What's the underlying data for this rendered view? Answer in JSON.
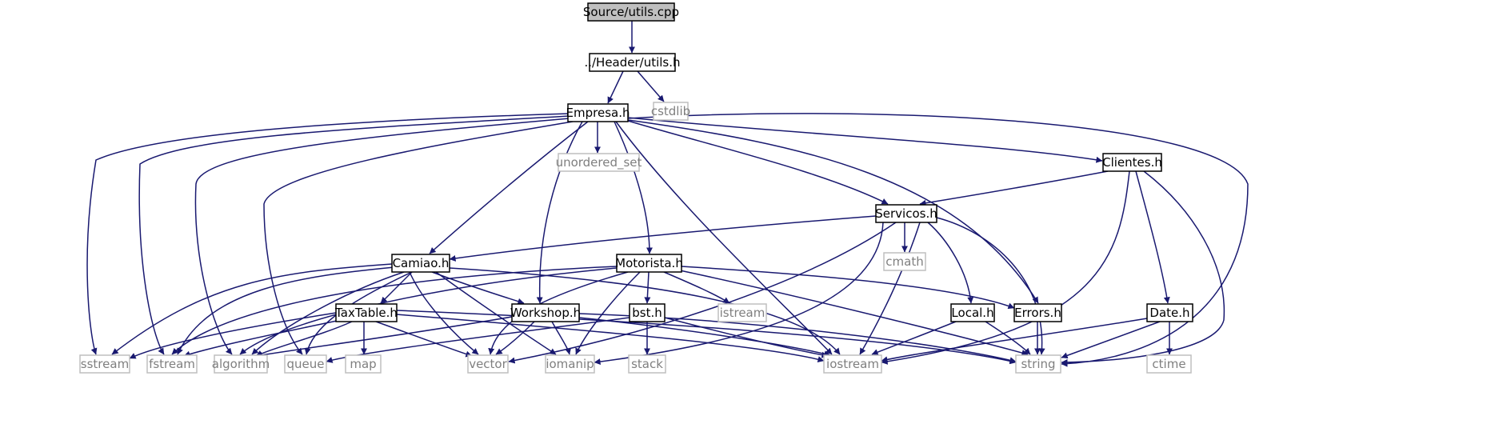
{
  "graph": {
    "colors": {
      "edge": "#191970",
      "node_border": "#000000",
      "system_border": "#bfbfbf",
      "root_fill": "#bfbfbf",
      "node_text": "#000000",
      "system_text": "#7f7f7f"
    },
    "nodes": [
      {
        "id": "utils_cpp",
        "label": "Source/utils.cpp",
        "kind": "root"
      },
      {
        "id": "utils_h",
        "label": "../Header/utils.h",
        "kind": "file"
      },
      {
        "id": "cstdlib",
        "label": "cstdlib",
        "kind": "system"
      },
      {
        "id": "empresa",
        "label": "Empresa.h",
        "kind": "file"
      },
      {
        "id": "unordered_set",
        "label": "unordered_set",
        "kind": "system"
      },
      {
        "id": "clientes",
        "label": "Clientes.h",
        "kind": "file"
      },
      {
        "id": "servicos",
        "label": "Servicos.h",
        "kind": "file"
      },
      {
        "id": "cmath",
        "label": "cmath",
        "kind": "system"
      },
      {
        "id": "camiao",
        "label": "Camiao.h",
        "kind": "file"
      },
      {
        "id": "motorista",
        "label": "Motorista.h",
        "kind": "file"
      },
      {
        "id": "taxtable",
        "label": "TaxTable.h",
        "kind": "file"
      },
      {
        "id": "workshop",
        "label": "Workshop.h",
        "kind": "file"
      },
      {
        "id": "bst",
        "label": "bst.h",
        "kind": "file"
      },
      {
        "id": "istream",
        "label": "istream",
        "kind": "system"
      },
      {
        "id": "local",
        "label": "Local.h",
        "kind": "file"
      },
      {
        "id": "errors",
        "label": "Errors.h",
        "kind": "file"
      },
      {
        "id": "date",
        "label": "Date.h",
        "kind": "file"
      },
      {
        "id": "sstream",
        "label": "sstream",
        "kind": "system"
      },
      {
        "id": "fstream",
        "label": "fstream",
        "kind": "system"
      },
      {
        "id": "algorithm",
        "label": "algorithm",
        "kind": "system"
      },
      {
        "id": "queue",
        "label": "queue",
        "kind": "system"
      },
      {
        "id": "map",
        "label": "map",
        "kind": "system"
      },
      {
        "id": "vector",
        "label": "vector",
        "kind": "system"
      },
      {
        "id": "iomanip",
        "label": "iomanip",
        "kind": "system"
      },
      {
        "id": "stack",
        "label": "stack",
        "kind": "system"
      },
      {
        "id": "iostream",
        "label": "iostream",
        "kind": "system"
      },
      {
        "id": "string",
        "label": "string",
        "kind": "system"
      },
      {
        "id": "ctime",
        "label": "ctime",
        "kind": "system"
      }
    ],
    "edges": [
      {
        "from": "utils_cpp",
        "to": "utils_h"
      },
      {
        "from": "utils_h",
        "to": "empresa"
      },
      {
        "from": "utils_h",
        "to": "cstdlib"
      },
      {
        "from": "empresa",
        "to": "unordered_set"
      },
      {
        "from": "empresa",
        "to": "clientes"
      },
      {
        "from": "empresa",
        "to": "servicos"
      },
      {
        "from": "empresa",
        "to": "camiao"
      },
      {
        "from": "empresa",
        "to": "motorista"
      },
      {
        "from": "empresa",
        "to": "workshop"
      },
      {
        "from": "empresa",
        "to": "errors"
      },
      {
        "from": "empresa",
        "to": "string"
      },
      {
        "from": "empresa",
        "to": "iostream"
      },
      {
        "from": "empresa",
        "to": "sstream"
      },
      {
        "from": "empresa",
        "to": "fstream"
      },
      {
        "from": "empresa",
        "to": "algorithm"
      },
      {
        "from": "empresa",
        "to": "queue"
      },
      {
        "from": "clientes",
        "to": "servicos"
      },
      {
        "from": "clientes",
        "to": "date"
      },
      {
        "from": "clientes",
        "to": "iostream"
      },
      {
        "from": "clientes",
        "to": "string"
      },
      {
        "from": "servicos",
        "to": "camiao"
      },
      {
        "from": "servicos",
        "to": "cmath"
      },
      {
        "from": "servicos",
        "to": "local"
      },
      {
        "from": "servicos",
        "to": "string"
      },
      {
        "from": "servicos",
        "to": "iostream"
      },
      {
        "from": "servicos",
        "to": "vector"
      },
      {
        "from": "servicos",
        "to": "iomanip"
      },
      {
        "from": "camiao",
        "to": "taxtable"
      },
      {
        "from": "camiao",
        "to": "workshop"
      },
      {
        "from": "camiao",
        "to": "sstream"
      },
      {
        "from": "camiao",
        "to": "fstream"
      },
      {
        "from": "camiao",
        "to": "algorithm"
      },
      {
        "from": "camiao",
        "to": "queue"
      },
      {
        "from": "camiao",
        "to": "vector"
      },
      {
        "from": "camiao",
        "to": "iomanip"
      },
      {
        "from": "camiao",
        "to": "iostream"
      },
      {
        "from": "motorista",
        "to": "bst"
      },
      {
        "from": "motorista",
        "to": "istream"
      },
      {
        "from": "motorista",
        "to": "errors"
      },
      {
        "from": "motorista",
        "to": "string"
      },
      {
        "from": "motorista",
        "to": "vector"
      },
      {
        "from": "motorista",
        "to": "iomanip"
      },
      {
        "from": "motorista",
        "to": "fstream"
      },
      {
        "from": "motorista",
        "to": "algorithm"
      },
      {
        "from": "taxtable",
        "to": "sstream"
      },
      {
        "from": "taxtable",
        "to": "fstream"
      },
      {
        "from": "taxtable",
        "to": "algorithm"
      },
      {
        "from": "taxtable",
        "to": "map"
      },
      {
        "from": "taxtable",
        "to": "vector"
      },
      {
        "from": "taxtable",
        "to": "iostream"
      },
      {
        "from": "taxtable",
        "to": "string"
      },
      {
        "from": "workshop",
        "to": "algorithm"
      },
      {
        "from": "workshop",
        "to": "vector"
      },
      {
        "from": "workshop",
        "to": "iomanip"
      },
      {
        "from": "workshop",
        "to": "iostream"
      },
      {
        "from": "workshop",
        "to": "string"
      },
      {
        "from": "bst",
        "to": "queue"
      },
      {
        "from": "bst",
        "to": "stack"
      },
      {
        "from": "bst",
        "to": "iostream"
      },
      {
        "from": "local",
        "to": "iostream"
      },
      {
        "from": "local",
        "to": "string"
      },
      {
        "from": "errors",
        "to": "string"
      },
      {
        "from": "date",
        "to": "iostream"
      },
      {
        "from": "date",
        "to": "string"
      },
      {
        "from": "date",
        "to": "ctime"
      }
    ]
  }
}
